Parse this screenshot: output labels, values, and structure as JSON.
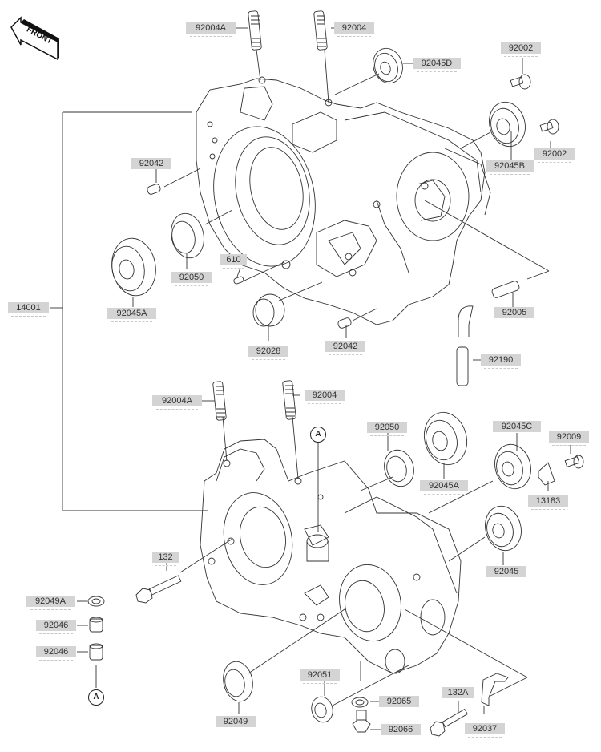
{
  "diagram": {
    "title": "Crankcase",
    "front_marker": "FRONT",
    "reference_marker": "A",
    "label_fill": "#d4d4d4",
    "line_color": "#333333"
  },
  "labels": {
    "l92004A_top": "92004A",
    "l92004_top": "92004",
    "l92045D": "92045D",
    "l92002_a": "92002",
    "l92045B": "92045B",
    "l92002_b": "92002",
    "l92042_left": "92042",
    "l92050_top": "92050",
    "l610": "610",
    "l92045A_top": "92045A",
    "l14001": "14001",
    "l92028": "92028",
    "l92042_bottom": "92042",
    "l92005": "92005",
    "l92190": "92190",
    "l92004A_bot": "92004A",
    "l92004_bot": "92004",
    "l92050_bot": "92050",
    "l92045A_bot": "92045A",
    "l92045C": "92045C",
    "l92009": "92009",
    "l13183": "13183",
    "l92045": "92045",
    "l132": "132",
    "l92049A": "92049A",
    "l92046_a": "92046",
    "l92046_b": "92046",
    "l92051": "92051",
    "l92049": "92049",
    "l92065": "92065",
    "l92066": "92066",
    "l132A": "132A",
    "l92037": "92037"
  }
}
